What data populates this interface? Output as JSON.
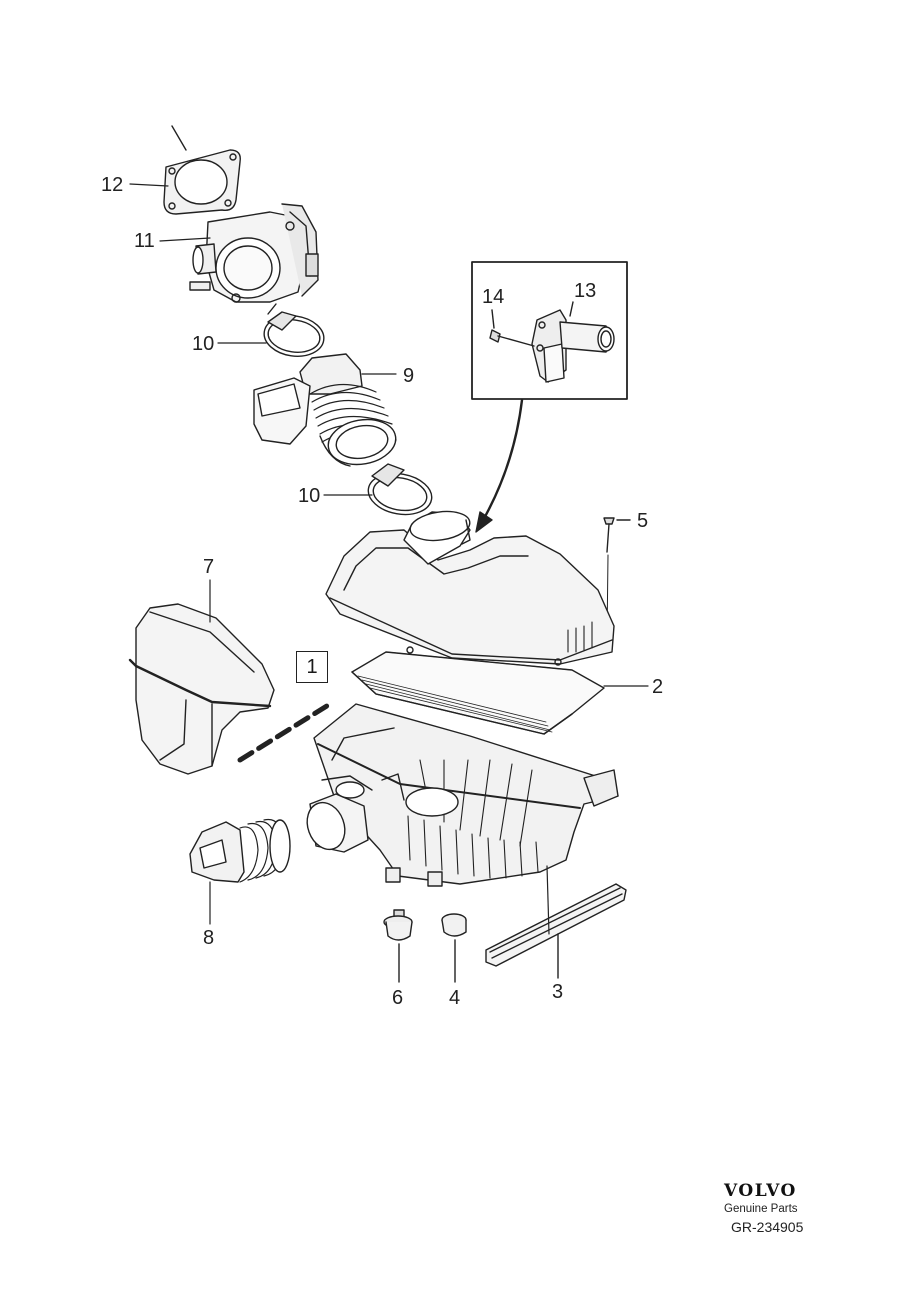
{
  "labels": {
    "l1": "1",
    "l2": "2",
    "l3": "3",
    "l4": "4",
    "l5": "5",
    "l6": "6",
    "l7": "7",
    "l8": "8",
    "l9": "9",
    "l10a": "10",
    "l10b": "10",
    "l11": "11",
    "l12": "12",
    "l13": "13",
    "l14": "14"
  },
  "footer": {
    "brand": "VOLVO",
    "subtitle": "Genuine Parts",
    "doc_number": "GR-234905"
  }
}
